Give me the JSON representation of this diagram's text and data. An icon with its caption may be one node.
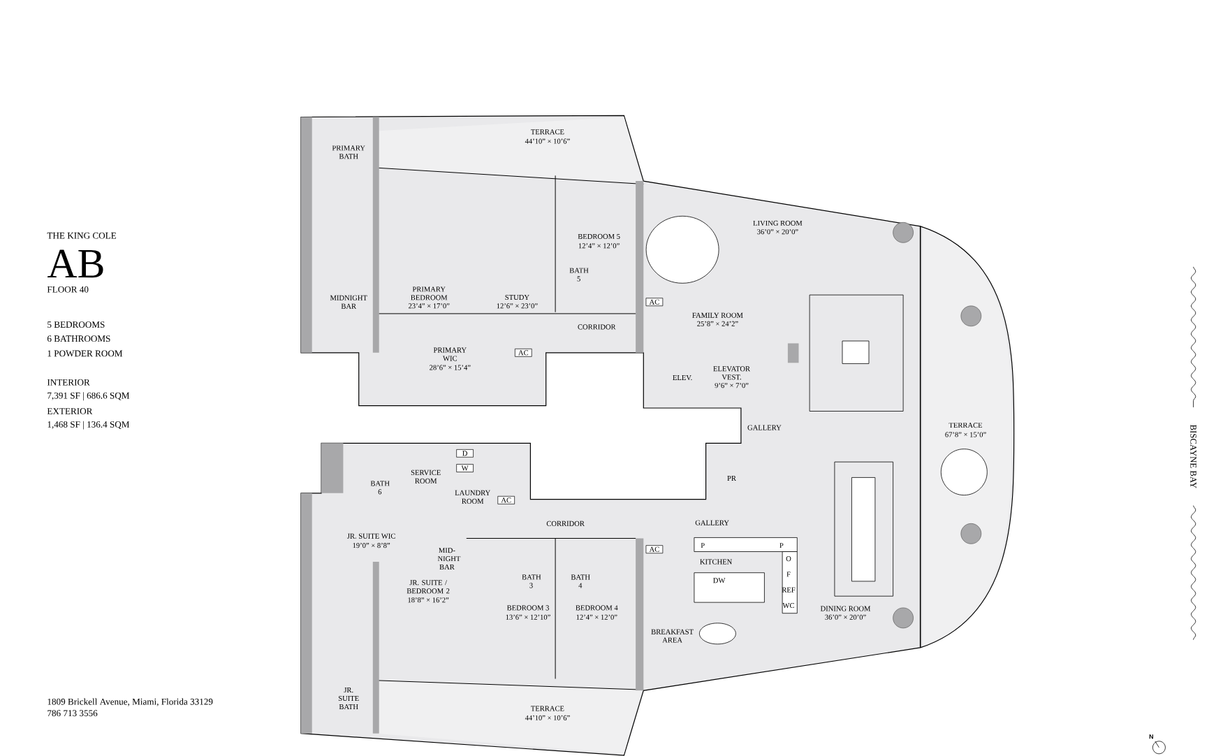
{
  "diagram": {
    "labels": [
      "THE KING COLE",
      "AB",
      "FLOOR 40",
      "5 BEDROOMS",
      "6 BATHROOMS",
      "1 POWDER ROOM",
      "INTERIOR",
      "7,391 SF | 686.6 SQM",
      "EXTERIOR",
      "1,468 SF | 136.4 SQM",
      "TERRACE",
      "44’10” × 10’6”",
      "PRIMARY BATH",
      "LIVING ROOM",
      "36’0” × 20’0”",
      "BEDROOM 5",
      "12’4” × 12’0”",
      "BATH 5",
      "PRIMARY BEDROOM",
      "23’4” × 17’0”",
      "STUDY",
      "12’6” × 23’0”",
      "MIDNIGHT BAR",
      "AC",
      "FAMILY ROOM",
      "25’8” × 24’2”",
      "CORRIDOR",
      "PRIMARY WIC",
      "28’6” × 15’4”",
      "AC",
      "ELEV.",
      "ELEVATOR VEST.",
      "9’6” × 7’0”",
      "TERRACE",
      "67’8” × 15’0”",
      "GALLERY",
      "D",
      "W",
      "SERVICE ROOM",
      "BATH 6",
      "LAUNDRY ROOM",
      "AC",
      "PR",
      "CORRIDOR",
      "GALLERY",
      "JR. SUITE WIC",
      "19’0” × 8’8”",
      "MID-NIGHT BAR",
      "AC",
      "P",
      "P",
      "KITCHEN",
      "O",
      "F",
      "REF",
      "DW",
      "JR. SUITE / BEDROOM 2",
      "18’8” × 16’2”",
      "BATH 3",
      "BATH 4",
      "BEDROOM 3",
      "13’6” × 12’10”",
      "BEDROOM 4",
      "12’4” × 12’0”",
      "WC",
      "DINING ROOM",
      "36’0” × 20’0”",
      "BREAKFAST AREA",
      "JR. SUITE BATH",
      "TERRACE",
      "44’10” × 10’6”",
      "BISCAYNE BAY",
      "1809 Brickell Avenue, Miami, Florida 33129",
      "786 713 3556",
      "N"
    ]
  }
}
